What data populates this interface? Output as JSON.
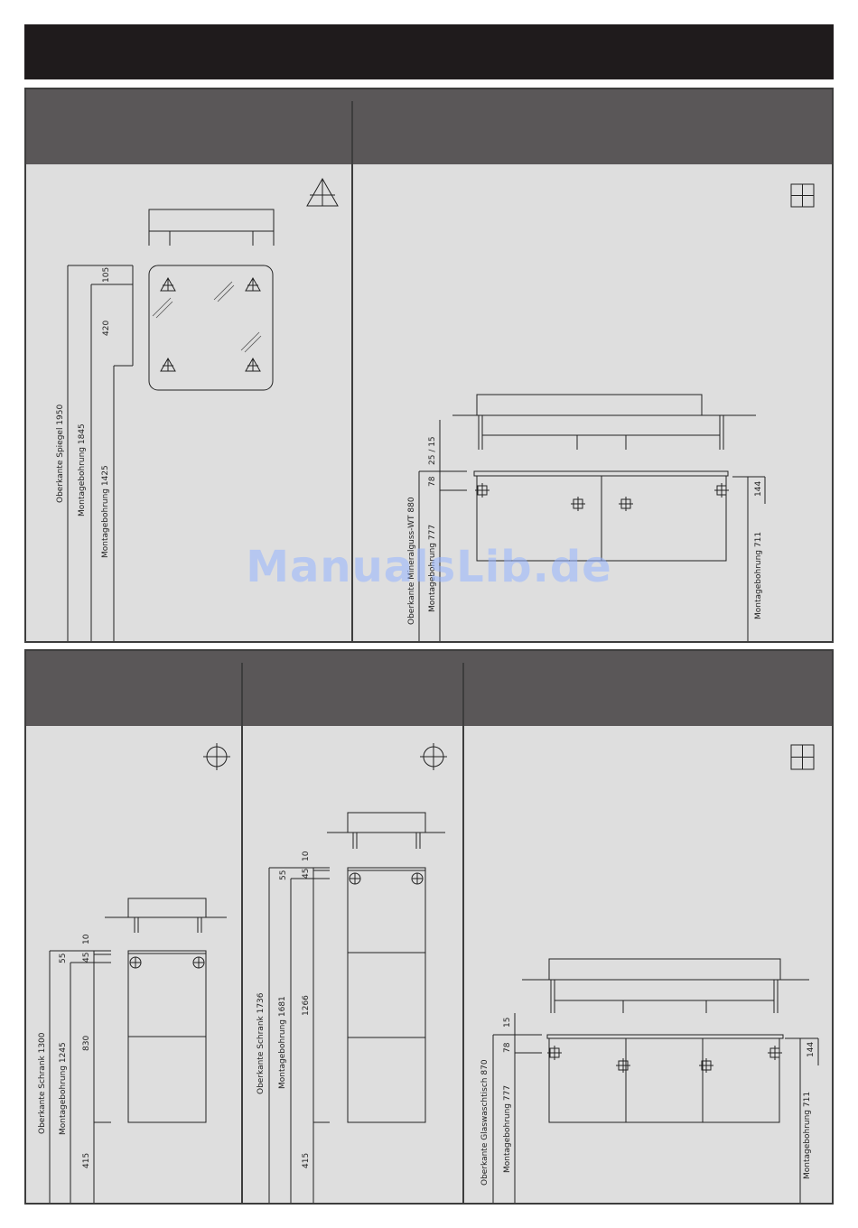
{
  "top_panel": {
    "mirror": {
      "labels": {
        "oberkante": "Oberkante Spiegel 1950",
        "montage1": "Montagebohrung  1845",
        "montage2": "Montagebohrung  1425",
        "d1": "105",
        "d2": "420"
      },
      "icon": "triangle-symbol-icon"
    },
    "basin": {
      "labels": {
        "oberkante": "Oberkante Mineralguss-WT  880",
        "montage1": "Montagebohrung  777",
        "montage2": "Montagebohrung  711",
        "d1": "25 / 15",
        "d2": "78",
        "d3": "144"
      },
      "icon": "square-cross-symbol-icon"
    }
  },
  "bottom_panel": {
    "cabinet_small": {
      "labels": {
        "oberkante": "Oberkante Schrank  1300",
        "montage": "Montagebohrung  1245",
        "d1": "55",
        "d2": "45",
        "d3": "10",
        "d4": "830",
        "d5": "415"
      },
      "icon": "circle-cross-symbol-icon"
    },
    "cabinet_tall": {
      "labels": {
        "oberkante": "Oberkante Schrank  1736",
        "montage": "Montagebohrung  1681",
        "d1": "55",
        "d2": "45",
        "d3": "10",
        "d4": "1266",
        "d5": "415"
      },
      "icon": "circle-cross-symbol-icon"
    },
    "glass_basin": {
      "labels": {
        "oberkante": "Oberkante Glaswaschtisch  870",
        "montage1": "Montagebohrung  777",
        "montage2": "Montagebohrung  711",
        "d1": "15",
        "d2": "78",
        "d3": "144"
      },
      "icon": "square-cross-symbol-icon"
    }
  },
  "watermark": "ManualsLib.de"
}
